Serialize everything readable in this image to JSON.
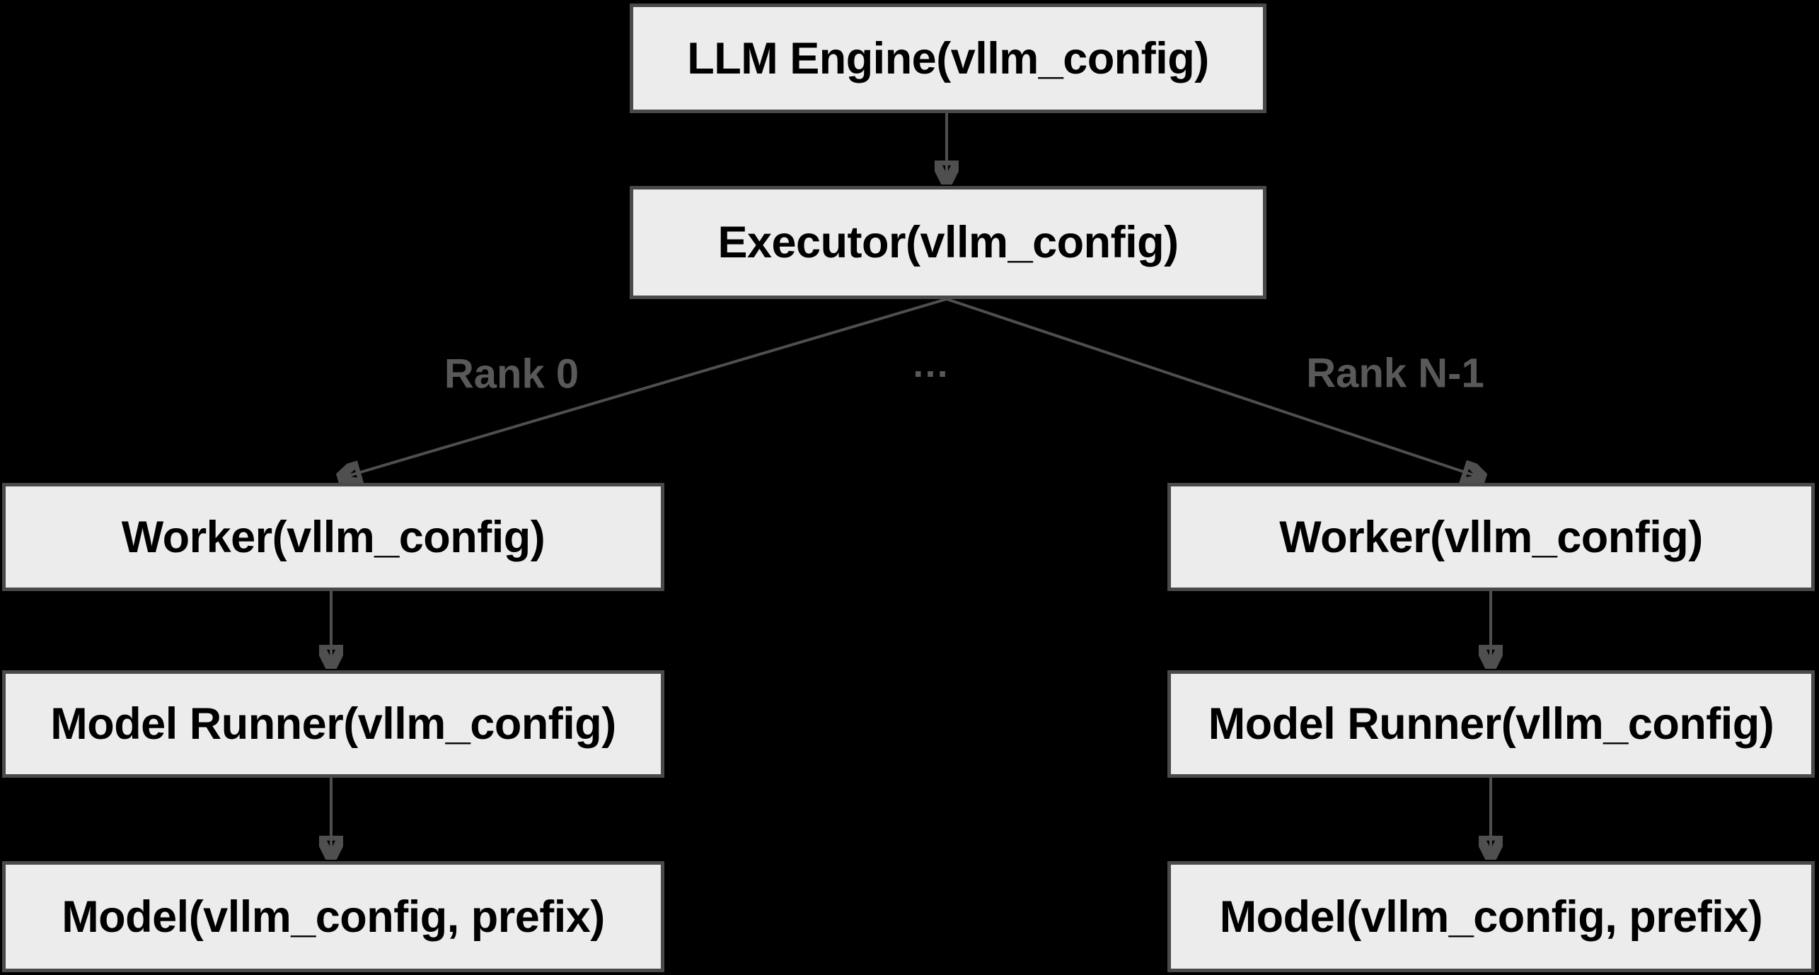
{
  "nodes": {
    "llm_engine": {
      "label": "LLM Engine(vllm_config)"
    },
    "executor": {
      "label": "Executor(vllm_config)"
    },
    "worker_left": {
      "label": "Worker(vllm_config)"
    },
    "model_runner_left": {
      "label": "Model Runner(vllm_config)"
    },
    "model_left": {
      "label": "Model(vllm_config, prefix)"
    },
    "worker_right": {
      "label": "Worker(vllm_config)"
    },
    "model_runner_right": {
      "label": "Model Runner(vllm_config)"
    },
    "model_right": {
      "label": "Model(vllm_config, prefix)"
    }
  },
  "edge_labels": {
    "rank_0": "Rank 0",
    "ellipsis": "…",
    "rank_n_minus_1": "Rank N-1"
  },
  "colors": {
    "background": "#000000",
    "node_fill": "#ececec",
    "node_border": "#4a4a4a",
    "arrow": "#4f4f4f",
    "edge_label_text": "#595959",
    "node_text": "#000000"
  }
}
